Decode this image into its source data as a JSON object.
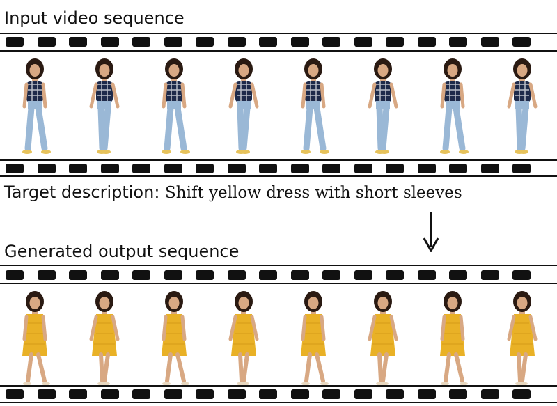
{
  "labels": {
    "input_title": "Input video sequence",
    "target_prefix": "Target description:",
    "target_description": "Shift yellow dress with short sleeves",
    "output_title": "Generated output sequence"
  },
  "colors": {
    "input_top": "#1e2a4a",
    "input_bottom": "#9ab8d6",
    "output_dress": "#e9b126",
    "shoes_input": "#e6c25b",
    "hair": "#2a1a12",
    "skin": "#d8a883",
    "film_black": "#111111"
  },
  "sequences": {
    "input_frame_count": 8,
    "output_frame_count": 8
  }
}
